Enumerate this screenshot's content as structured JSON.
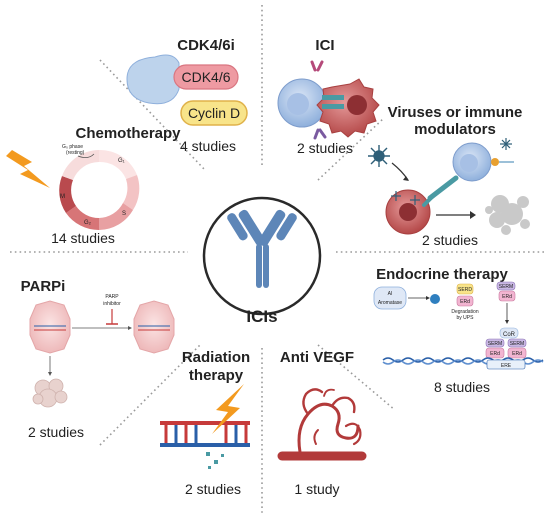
{
  "center": {
    "label": "ICIs"
  },
  "sections": {
    "cdk": {
      "title": "CDK4/6i",
      "count": "4 studies",
      "box1": "CDK4/6",
      "box2": "Cyclin D"
    },
    "ici": {
      "title": "ICI",
      "count": "2 studies"
    },
    "viruses": {
      "title_line1": "Viruses or immune",
      "title_line2": "modulators",
      "count": "2 studies"
    },
    "chemo": {
      "title": "Chemotherapy",
      "count": "14 studies",
      "phase_line1": "G₀ phase",
      "phase_line2": "(resting)",
      "g1": "G₁",
      "s": "S",
      "g2": "G₂",
      "m": "M"
    },
    "endocrine": {
      "title": "Endocrine therapy",
      "count": "8 studies",
      "ai": "AI",
      "aromatase": "Aromatase",
      "serd": "SERD",
      "erd": "ERd",
      "degradation_line1": "Degradation",
      "degradation_line2": "by UPS",
      "serm": "SERM",
      "cor": "CoR",
      "ere": "ERE"
    },
    "parpi": {
      "title": "PARPi",
      "count": "2 studies",
      "inhibitor_line1": "PARP",
      "inhibitor_line2": "inhibitor"
    },
    "radiation": {
      "title_line1": "Radiation",
      "title_line2": "therapy",
      "count": "2 studies"
    },
    "antivegf": {
      "title": "Anti VEGF",
      "count": "1 study"
    }
  },
  "colors": {
    "antibody": "#5d86b8",
    "separator": "#9a9a9a",
    "cdk_pink": "#ee9aa2",
    "cyclin_yellow": "#f8e48a",
    "cyclin_border": "#e0b24a",
    "cdk_blue": "#bdd3ec",
    "tumor_red": "#c85a5c",
    "tcell_blue": "#b8cce9",
    "lightning": "#f39a1f",
    "vessel_red": "#b23a3a",
    "dna_blue": "#2a5fa8",
    "dna_red": "#c63a3a"
  }
}
